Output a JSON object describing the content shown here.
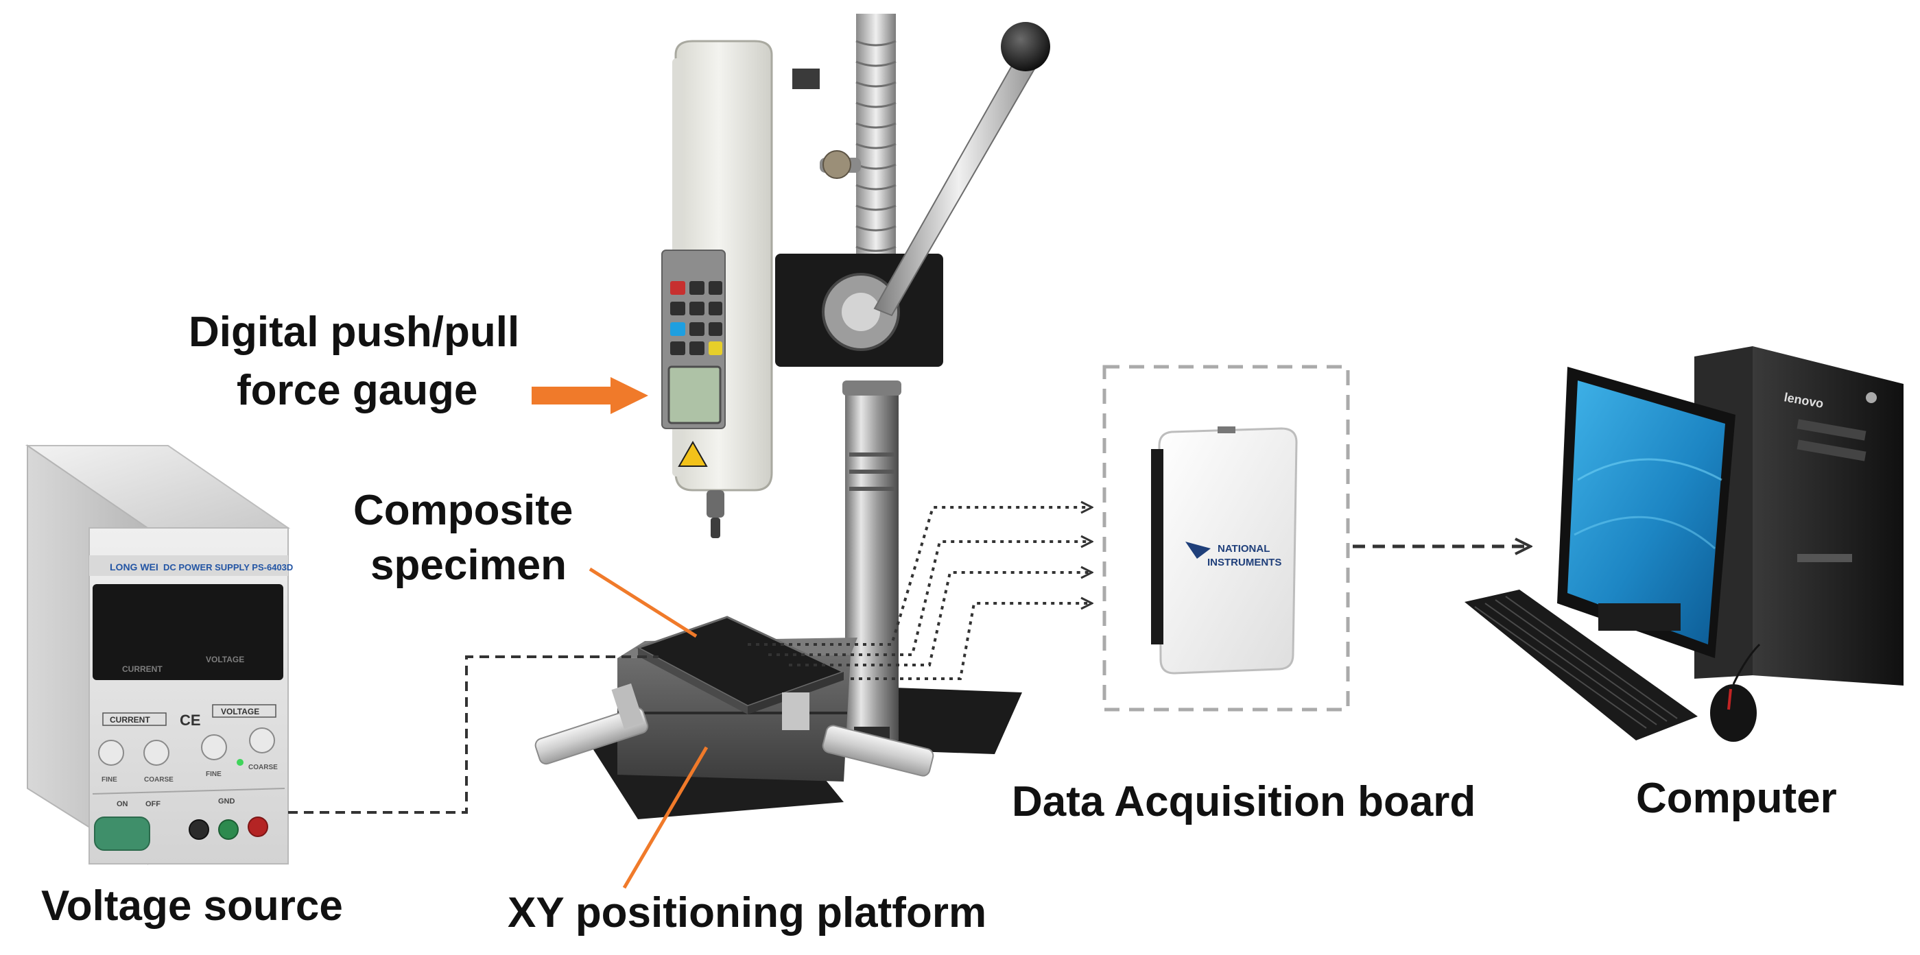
{
  "labels": {
    "force_gauge_line1": "Digital push/pull",
    "force_gauge_line2": "force gauge",
    "composite_line1": "Composite",
    "composite_line2": "specimen",
    "voltage_source": "Voltage source",
    "xy_platform": "XY positioning platform",
    "daq_board": "Data Acquisition board",
    "computer": "Computer"
  },
  "device_text": {
    "psu_brand": "LONG WEI",
    "psu_model": "DC POWER SUPPLY PS-6403D",
    "psu_current_display": "CURRENT",
    "psu_voltage_display": "VOLTAGE",
    "psu_current_panel": "CURRENT",
    "psu_voltage_panel": "VOLTAGE",
    "psu_fine_left": "FINE",
    "psu_coarse_left": "COARSE",
    "psu_fine_right": "FINE",
    "psu_coarse_right": "COARSE",
    "psu_on": "ON",
    "psu_off": "OFF",
    "psu_gnd": "GND",
    "ni_line1": "NATIONAL",
    "ni_line2": "INSTRUMENTS",
    "pc_brand": "lenovo"
  },
  "colors": {
    "accent_arrow": "#f07a2a",
    "dashed_line": "#333333",
    "dashed_box": "#aaaaaa",
    "label_text": "#111111",
    "monitor_screen": "#1d86c4",
    "psu_display": "#161616"
  }
}
